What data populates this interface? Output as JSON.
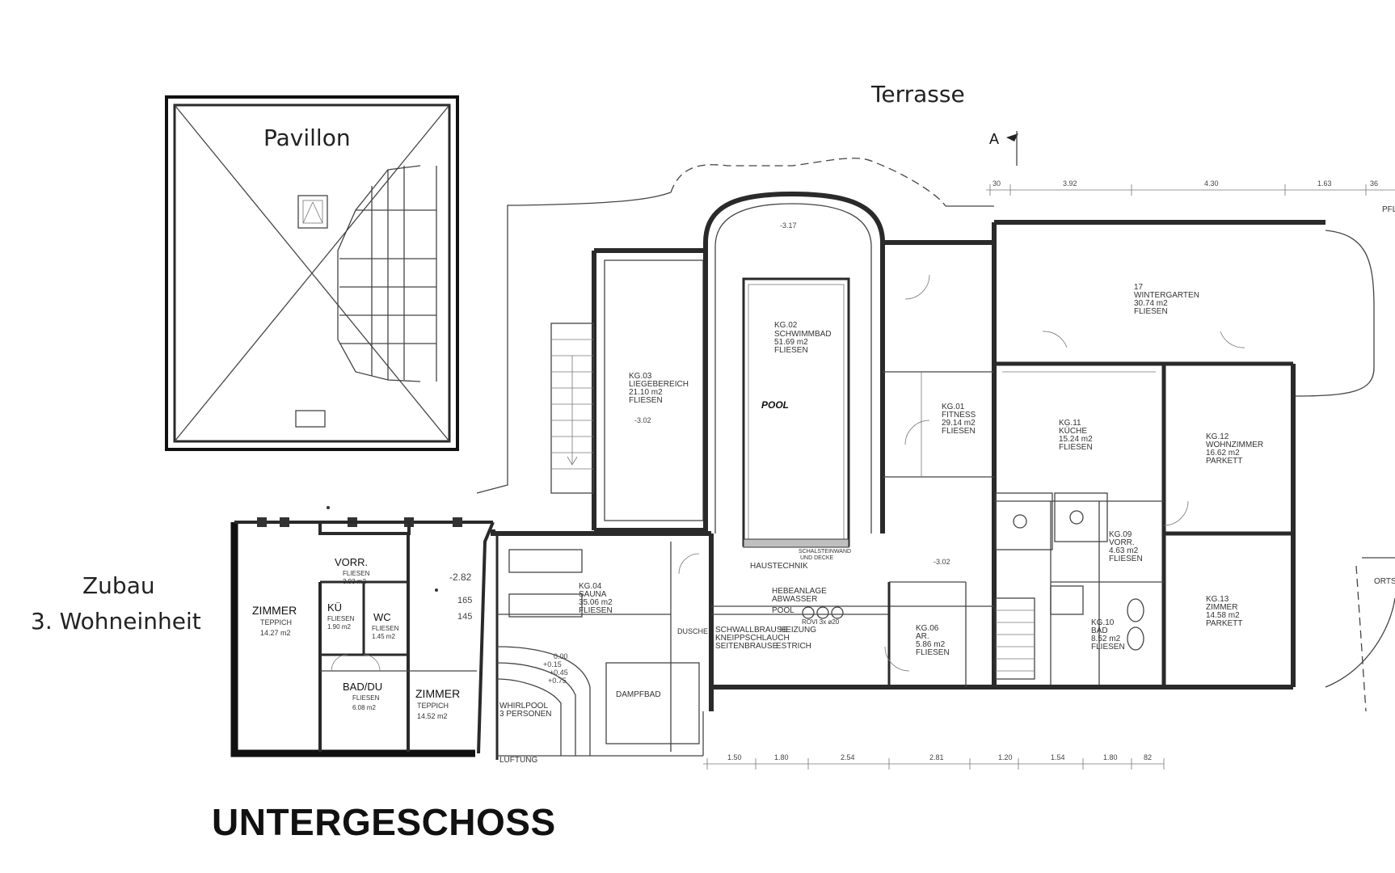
{
  "labels": {
    "terrace": "Terrasse",
    "pavilion": "Pavillon",
    "annex_line1": "Zubau",
    "annex_line2": "3. Wohneinheit",
    "floor_title": "UNTERGESCHOSS"
  },
  "annex_rooms": {
    "vorr": {
      "name": "VORR.",
      "floor": "FLIESEN",
      "area": "3.93 m2"
    },
    "zimmer1": {
      "name": "ZIMMER",
      "floor": "TEPPICH",
      "area": "14.27 m2"
    },
    "ku": {
      "name": "KÜ",
      "floor": "FLIESEN",
      "area": "1.90 m2"
    },
    "wc": {
      "name": "WC",
      "floor": "FLIESEN",
      "area": "1.45 m2"
    },
    "bad": {
      "name": "BAD/DU",
      "floor": "FLIESEN",
      "area": "6.08 m2"
    },
    "zimmer2": {
      "name": "ZIMMER",
      "floor": "TEPPICH",
      "area": "14.52 m2"
    },
    "level": "-2.82",
    "dim_a": "165",
    "dim_b": "145"
  },
  "main_rooms": {
    "liege": {
      "code": "KG.03",
      "name": "LIEGEBEREICH",
      "area": "21.10 m2",
      "floor": "FLIESEN"
    },
    "schwimm": {
      "code": "KG.02",
      "name": "SCHWIMMBAD",
      "area": "51.69 m2",
      "floor": "FLIESEN"
    },
    "pool": "POOL",
    "fitness": {
      "code": "KG.01",
      "name": "FITNESS",
      "area": "29.14 m2",
      "floor": "FLIESEN"
    },
    "winter": {
      "code": "17",
      "name": "WINTERGARTEN",
      "area": "30.74 m2",
      "floor": "FLIESEN"
    },
    "kueche": {
      "code": "KG.11",
      "name": "KÜCHE",
      "area": "15.24 m2",
      "floor": "FLIESEN"
    },
    "wohn": {
      "code": "KG.12",
      "name": "WOHNZIMMER",
      "area": "16.62 m2",
      "floor": "PARKETT"
    },
    "vorr2": {
      "code": "KG.09",
      "name": "VORR.",
      "area": "4.63 m2",
      "floor": "FLIESEN"
    },
    "zimmer13": {
      "code": "KG.13",
      "name": "ZIMMER",
      "area": "14.58 m2",
      "floor": "PARKETT"
    },
    "bad10": {
      "code": "KG.10",
      "name": "BAD",
      "area": "8.52 m2",
      "floor": "FLIESEN"
    },
    "ar": {
      "code": "KG.06",
      "name": "AR.",
      "area": "5.86 m2",
      "floor": "FLIESEN"
    },
    "sauna": {
      "code": "KG.04",
      "name": "SAUNA",
      "area": "35.06 m2",
      "floor": "FLIESEN"
    },
    "haustechnik": "HAUSTECHNIK",
    "hebeanlage": "HEBEANLAGE",
    "abwasser": "ABWASSER",
    "heizung_pool": "POOL",
    "schwall": "SCHWALLBRAUSE",
    "heizung": "HEIZUNG",
    "kneipp": "KNEIPPSCHLAUCH",
    "seitenbrause": "SEITENBRAUSE",
    "estrich": "ESTRICH",
    "duschen": "DUSCHE",
    "dampfbad": "DAMPFBAD",
    "whirlpool1": "WHIRLPOOL",
    "whirlpool2": "3 PERSONEN",
    "lueftung": "LÜFTUNG",
    "rovi": "ROVI 3x ø20",
    "schalstein": "SCHALSTEINWAND",
    "decke": "UND DECKE",
    "pfl": "PFL",
    "ortsk": "ORTSK",
    "section_mark": "A"
  },
  "dims_top": [
    "30",
    "3.92",
    "4.30",
    "1.63",
    "36"
  ],
  "dims_bottom": [
    "1.50",
    "1.80",
    "2.54",
    "2.81",
    "1.20",
    "1.54",
    "1.80",
    "82"
  ],
  "levels": [
    "-3.17",
    "-3.02",
    "-3.02",
    "0.00",
    "+0.15",
    "+0.45",
    "+0.75"
  ]
}
